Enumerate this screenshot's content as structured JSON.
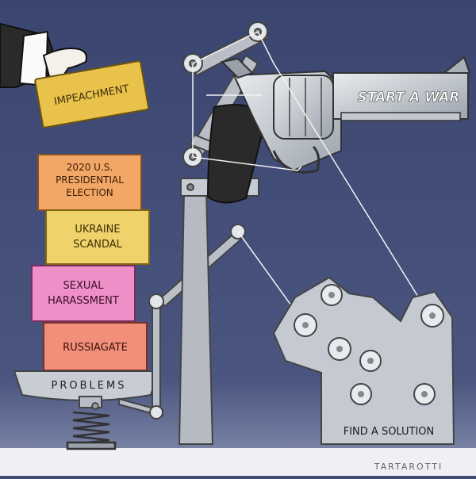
{
  "cartoon": {
    "blocks": {
      "impeachment": "IMPEACHMENT",
      "election": [
        "2020 U.S.",
        "PRESIDENTIAL",
        "ELECTION"
      ],
      "ukraine": [
        "UKRAINE",
        "SCANDAL"
      ],
      "harassment": [
        "SEXUAL",
        "HARASSMENT"
      ],
      "russiagate": "RUSSIAGATE"
    },
    "scale_label": "PROBLEMS",
    "gun_label": "START A WAR",
    "machine_label": "FIND A SOLUTION",
    "signature": "TARTAROTTI"
  }
}
